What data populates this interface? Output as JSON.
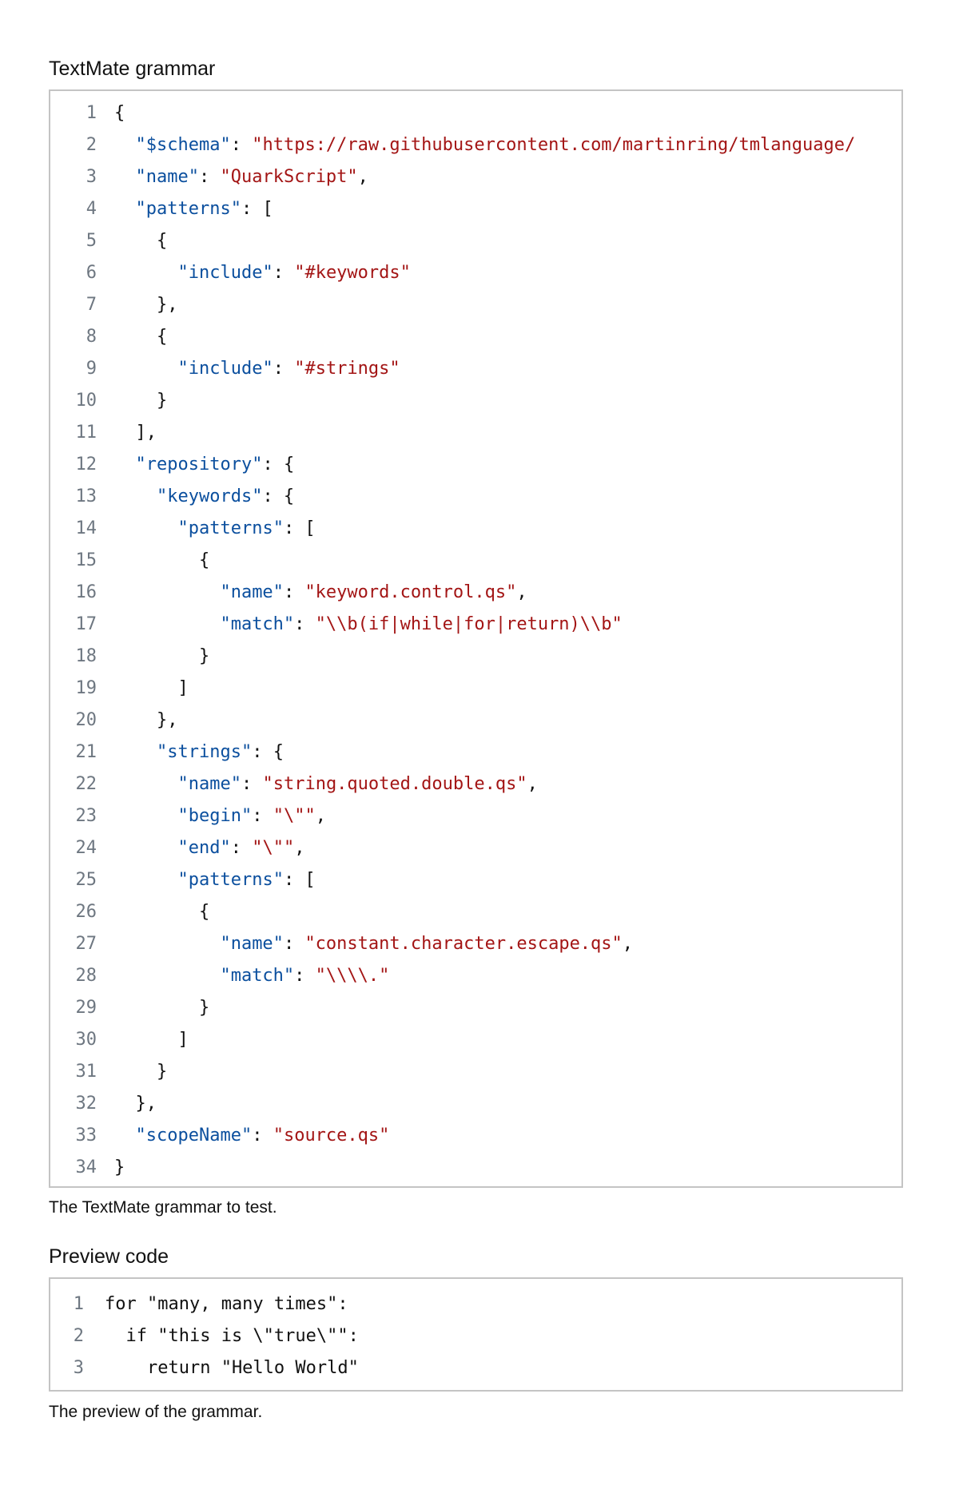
{
  "grammar_section": {
    "heading": "TextMate grammar",
    "caption": "The TextMate grammar to test.",
    "lines": [
      [
        [
          "p",
          "{"
        ]
      ],
      [
        [
          "p",
          "  "
        ],
        [
          "k",
          "\"$schema\""
        ],
        [
          "p",
          ": "
        ],
        [
          "s",
          "\"https://raw.githubusercontent.com/martinring/tmlanguage/"
        ]
      ],
      [
        [
          "p",
          "  "
        ],
        [
          "k",
          "\"name\""
        ],
        [
          "p",
          ": "
        ],
        [
          "s",
          "\"QuarkScript\""
        ],
        [
          "p",
          ","
        ]
      ],
      [
        [
          "p",
          "  "
        ],
        [
          "k",
          "\"patterns\""
        ],
        [
          "p",
          ": ["
        ]
      ],
      [
        [
          "p",
          "    {"
        ]
      ],
      [
        [
          "p",
          "      "
        ],
        [
          "k",
          "\"include\""
        ],
        [
          "p",
          ": "
        ],
        [
          "s",
          "\"#keywords\""
        ]
      ],
      [
        [
          "p",
          "    },"
        ]
      ],
      [
        [
          "p",
          "    {"
        ]
      ],
      [
        [
          "p",
          "      "
        ],
        [
          "k",
          "\"include\""
        ],
        [
          "p",
          ": "
        ],
        [
          "s",
          "\"#strings\""
        ]
      ],
      [
        [
          "p",
          "    }"
        ]
      ],
      [
        [
          "p",
          "  ],"
        ]
      ],
      [
        [
          "p",
          "  "
        ],
        [
          "k",
          "\"repository\""
        ],
        [
          "p",
          ": {"
        ]
      ],
      [
        [
          "p",
          "    "
        ],
        [
          "k",
          "\"keywords\""
        ],
        [
          "p",
          ": {"
        ]
      ],
      [
        [
          "p",
          "      "
        ],
        [
          "k",
          "\"patterns\""
        ],
        [
          "p",
          ": ["
        ]
      ],
      [
        [
          "p",
          "        {"
        ]
      ],
      [
        [
          "p",
          "          "
        ],
        [
          "k",
          "\"name\""
        ],
        [
          "p",
          ": "
        ],
        [
          "s",
          "\"keyword.control.qs\""
        ],
        [
          "p",
          ","
        ]
      ],
      [
        [
          "p",
          "          "
        ],
        [
          "k",
          "\"match\""
        ],
        [
          "p",
          ": "
        ],
        [
          "s",
          "\"\\\\b(if|while|for|return)\\\\b\""
        ]
      ],
      [
        [
          "p",
          "        }"
        ]
      ],
      [
        [
          "p",
          "      ]"
        ]
      ],
      [
        [
          "p",
          "    },"
        ]
      ],
      [
        [
          "p",
          "    "
        ],
        [
          "k",
          "\"strings\""
        ],
        [
          "p",
          ": {"
        ]
      ],
      [
        [
          "p",
          "      "
        ],
        [
          "k",
          "\"name\""
        ],
        [
          "p",
          ": "
        ],
        [
          "s",
          "\"string.quoted.double.qs\""
        ],
        [
          "p",
          ","
        ]
      ],
      [
        [
          "p",
          "      "
        ],
        [
          "k",
          "\"begin\""
        ],
        [
          "p",
          ": "
        ],
        [
          "s",
          "\"\\\"\""
        ],
        [
          "p",
          ","
        ]
      ],
      [
        [
          "p",
          "      "
        ],
        [
          "k",
          "\"end\""
        ],
        [
          "p",
          ": "
        ],
        [
          "s",
          "\"\\\"\""
        ],
        [
          "p",
          ","
        ]
      ],
      [
        [
          "p",
          "      "
        ],
        [
          "k",
          "\"patterns\""
        ],
        [
          "p",
          ": ["
        ]
      ],
      [
        [
          "p",
          "        {"
        ]
      ],
      [
        [
          "p",
          "          "
        ],
        [
          "k",
          "\"name\""
        ],
        [
          "p",
          ": "
        ],
        [
          "s",
          "\"constant.character.escape.qs\""
        ],
        [
          "p",
          ","
        ]
      ],
      [
        [
          "p",
          "          "
        ],
        [
          "k",
          "\"match\""
        ],
        [
          "p",
          ": "
        ],
        [
          "s",
          "\"\\\\\\\\.\""
        ]
      ],
      [
        [
          "p",
          "        }"
        ]
      ],
      [
        [
          "p",
          "      ]"
        ]
      ],
      [
        [
          "p",
          "    }"
        ]
      ],
      [
        [
          "p",
          "  },"
        ]
      ],
      [
        [
          "p",
          "  "
        ],
        [
          "k",
          "\"scopeName\""
        ],
        [
          "p",
          ": "
        ],
        [
          "s",
          "\"source.qs\""
        ]
      ],
      [
        [
          "p",
          "}"
        ]
      ]
    ]
  },
  "preview_section": {
    "heading": "Preview code",
    "caption": "The preview of the grammar.",
    "lines": [
      [
        [
          "p",
          "for \"many, many times\":"
        ]
      ],
      [
        [
          "p",
          "  if \"this is \\\"true\\\"\":"
        ]
      ],
      [
        [
          "p",
          "    return \"Hello World\""
        ]
      ]
    ]
  },
  "colors": {
    "key": "#0b4f9e",
    "string": "#a31515",
    "line_number": "#6e7781",
    "border": "#c4c4c4"
  }
}
